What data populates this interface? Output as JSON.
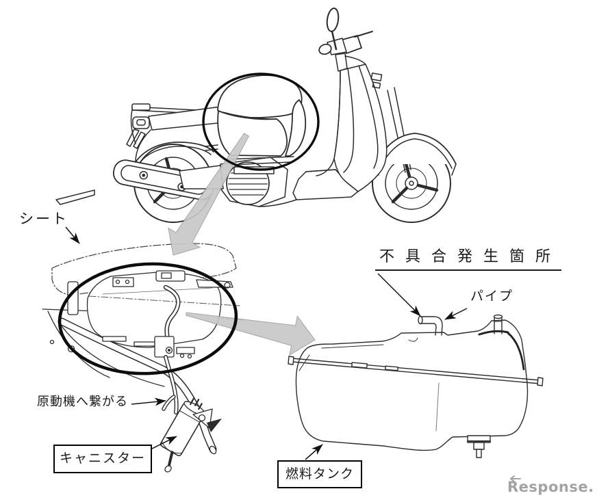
{
  "page": {
    "background": "#ffffff"
  },
  "colors": {
    "line": "#2b2b2b",
    "highlight_ellipse": "#0d0d0d",
    "gray_arrow": "#c8c8c8",
    "watermark": "#a3a3a3"
  },
  "figure": {
    "description": "scooter recall diagram: overview, under-seat fuel tank detail, enlarged fuel tank",
    "callouts": {
      "seat": "シート",
      "engine_link": "原動機へ繋がる",
      "canister": "キャニスター",
      "defect_heading": "不具合発生箇所",
      "pipe": "パイプ",
      "fuel_tank": "燃料タンク"
    },
    "watermark": {
      "text": "Response."
    }
  }
}
